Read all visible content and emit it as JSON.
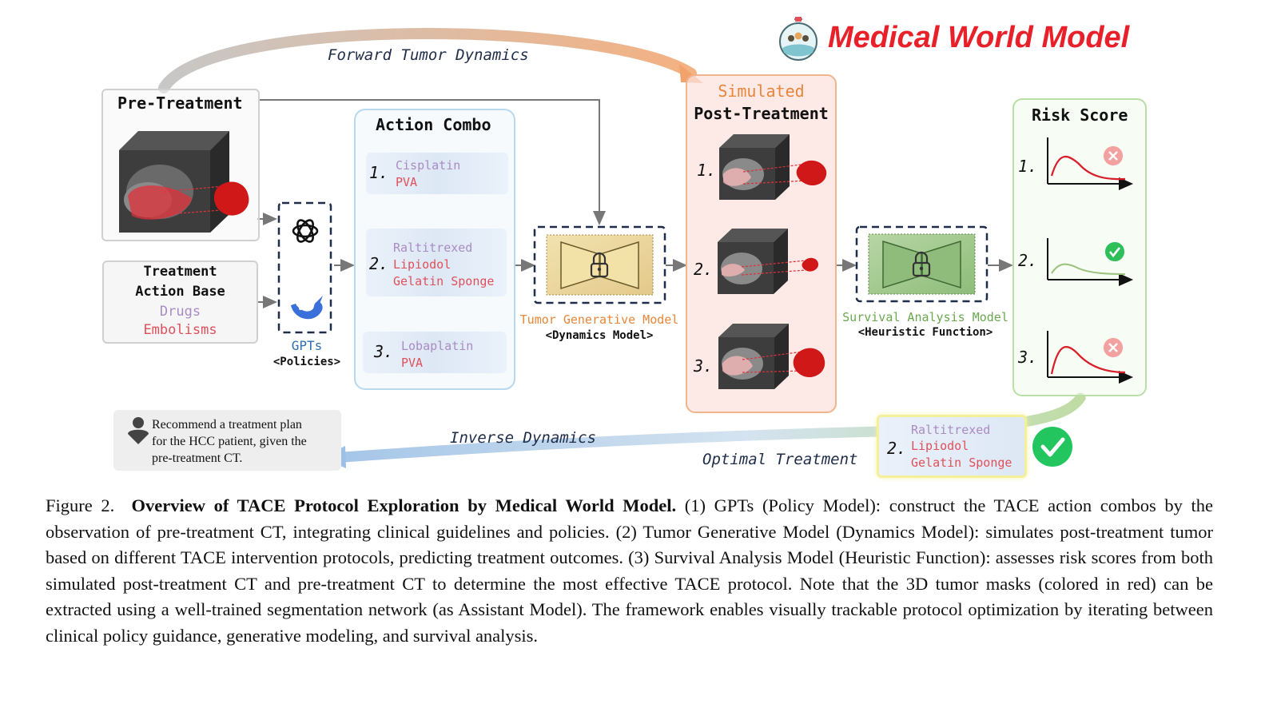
{
  "brand": {
    "title": "Medical World Model",
    "logo_icon": "world-model-logo-icon"
  },
  "arrows": {
    "forward": "Forward Tumor Dynamics",
    "inverse": "Inverse Dynamics",
    "optimal": "Optimal Treatment"
  },
  "pre_treatment": {
    "title": "Pre-Treatment"
  },
  "action_base": {
    "line1": "Treatment",
    "line2": "Action Base",
    "drugs": "Drugs",
    "embolisms": "Embolisms"
  },
  "gpts": {
    "label": "GPTs",
    "sublabel": "<Policies>",
    "icons": [
      "openai-logo-icon",
      "deepseek-whale-icon"
    ]
  },
  "action_combo": {
    "title": "Action Combo",
    "items": [
      {
        "num": "1.",
        "drug": "Cisplatin",
        "embolisms": [
          "PVA"
        ]
      },
      {
        "num": "2.",
        "drug": "Raltitrexed",
        "embolisms": [
          "Lipiodol",
          "Gelatin Sponge"
        ]
      },
      {
        "num": "3.",
        "drug": "Lobaplatin",
        "embolisms": [
          "PVA"
        ]
      }
    ]
  },
  "tumor_model": {
    "label": "Tumor Generative Model",
    "sublabel": "<Dynamics Model>",
    "icon": "lock-icon"
  },
  "simulated": {
    "title1": "Simulated",
    "title2": "Post-Treatment",
    "nums": [
      "1.",
      "2.",
      "3."
    ]
  },
  "survival_model": {
    "label": "Survival Analysis Model",
    "sublabel": "<Heuristic Function>",
    "icon": "lock-icon"
  },
  "risk": {
    "title": "Risk Score",
    "nums": [
      "1.",
      "2.",
      "3."
    ],
    "status": [
      "reject",
      "accept",
      "reject"
    ]
  },
  "optimal_box": {
    "num": "2.",
    "drug": "Raltitrexed",
    "embolisms": [
      "Lipiodol",
      "Gelatin Sponge"
    ]
  },
  "prompt": {
    "text1": "Recommend a treatment plan",
    "text2": "for the HCC patient, given the",
    "text3": "pre-treatment CT.",
    "icon": "user-icon"
  },
  "caption": {
    "label": "Figure 2.",
    "bold": "Overview of TACE Protocol Exploration by Medical World Model.",
    "body": "(1) GPTs (Policy Model): construct the TACE action combos by the observation of pre-treatment CT, integrating clinical guidelines and policies.  (2) Tumor Generative Model (Dynamics Model): simulates post-treatment tumor based on different TACE intervention protocols, predicting treatment outcomes.  (3) Survival Analysis Model (Heuristic Function): assesses risk scores from both simulated post-treatment CT and pre-treatment CT to determine the most effective TACE protocol. Note that the 3D tumor masks (colored in red) can be extracted using a well-trained segmentation network (as Assistant Model).  The framework enables visually trackable protocol optimization by iterating between clinical policy guidance, generative modeling, and survival analysis."
  },
  "colors": {
    "orange": "#e8863a",
    "green": "#6aa84f",
    "red": "#e0505a",
    "purple": "#a98bc4",
    "blue": "#2f6db0"
  }
}
